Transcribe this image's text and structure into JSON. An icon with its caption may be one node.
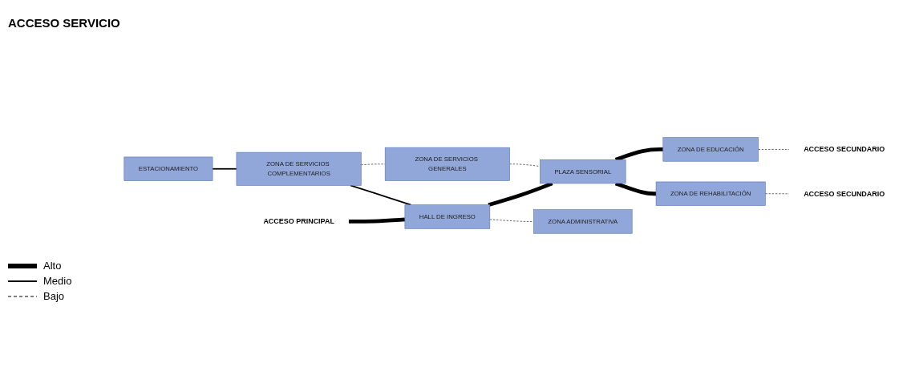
{
  "diagram": {
    "nodes": [
      {
        "text": [
          "ESTACIONAMIENTO"
        ]
      },
      {
        "text": [
          "ZONA DE SERVICIOS COMPLEMENTARIOS"
        ]
      },
      {
        "text": [
          "ZONA DE SERVICIOS GENERALES"
        ]
      },
      {
        "text": [
          "ACCESO PRINCIPAL"
        ]
      },
      {
        "text": [
          "HALL DE INGRESO"
        ]
      },
      {
        "text": [
          "PLAZA SENSORIAL"
        ]
      },
      {
        "text": [
          "ZONA DE EDUCACIÓN"
        ]
      },
      {
        "text": [
          "ZONA ADMINISTRATIVA"
        ]
      },
      {
        "text": [
          "ZONA DE REHABILITACIÓN"
        ]
      },
      {
        "text": [
          "ACCESO SECUNDARIO"
        ]
      },
      {
        "text": [
          "ACCESO SECUNDARIO"
        ]
      }
    ],
    "edges": [
      {
        "from": 0,
        "to": 1,
        "arrow": "none"
      },
      {
        "from": 1,
        "to": 2,
        "arrow": "none",
        "style": "dashed"
      },
      {
        "from": 1,
        "to": 4,
        "arrow": "none"
      },
      {
        "from": 3,
        "to": 4,
        "arrow": "none",
        "style": "thick"
      },
      {
        "from": 4,
        "to": 5,
        "arrow": "none",
        "style": "thick"
      },
      {
        "from": 2,
        "to": 5,
        "arrow": "none",
        "style": "dashed"
      },
      {
        "from": 5,
        "to": 6,
        "arrow": "none",
        "style": "thick"
      },
      {
        "from": 5,
        "to": 8,
        "arrow": "none",
        "style": "thick"
      },
      {
        "from": 4,
        "to": 7,
        "arrow": "none",
        "style": "dashed"
      },
      {
        "from": 6,
        "to": 9,
        "arrow": "none",
        "style": "dashed"
      },
      {
        "from": 8,
        "to": 10,
        "arrow": "none",
        "style": "dashed"
      }
    ],
    "labels": [
      "ACCESO SERVICIO"
    ],
    "legend": [
      {
        "text": "Alto"
      },
      {
        "text": "Medio"
      },
      {
        "text": "Bajo"
      }
    ]
  }
}
